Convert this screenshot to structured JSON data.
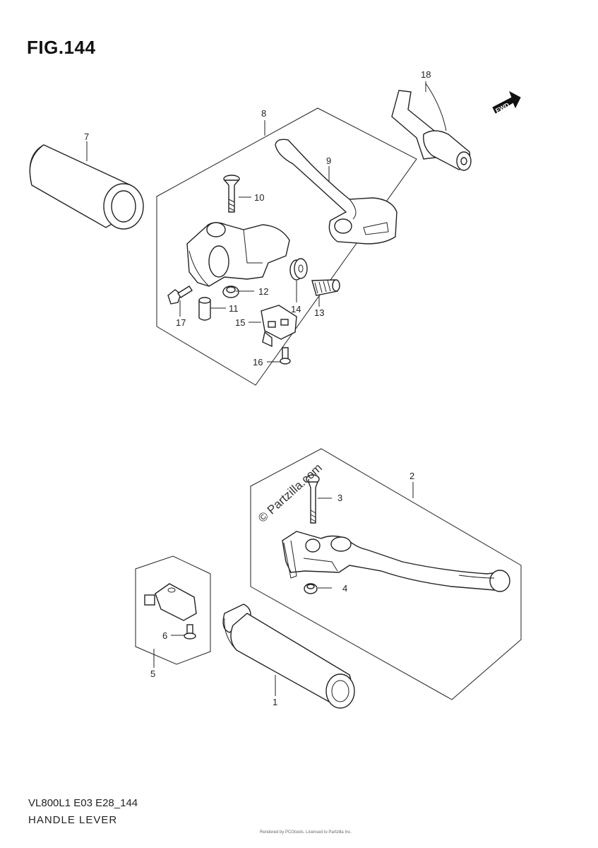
{
  "figure": {
    "title": "FIG.144",
    "model_code": "VL800L1 E03 E28_144",
    "section_name": "HANDLE LEVER",
    "small_print": "Rendered by PCGtools. Licensed to Partzilla Inc."
  },
  "watermark": "© Partzilla.com",
  "direction_marker": "FWD",
  "callouts": [
    {
      "id": "callout-1",
      "text": "1"
    },
    {
      "id": "callout-2",
      "text": "2"
    },
    {
      "id": "callout-3",
      "text": "3"
    },
    {
      "id": "callout-4",
      "text": "4"
    },
    {
      "id": "callout-5",
      "text": "5"
    },
    {
      "id": "callout-6",
      "text": "6"
    },
    {
      "id": "callout-7",
      "text": "7"
    },
    {
      "id": "callout-8",
      "text": "8"
    },
    {
      "id": "callout-9",
      "text": "9"
    },
    {
      "id": "callout-10",
      "text": "10"
    },
    {
      "id": "callout-11",
      "text": "11"
    },
    {
      "id": "callout-12",
      "text": "12"
    },
    {
      "id": "callout-13",
      "text": "13"
    },
    {
      "id": "callout-14",
      "text": "14"
    },
    {
      "id": "callout-15",
      "text": "15"
    },
    {
      "id": "callout-16",
      "text": "16"
    },
    {
      "id": "callout-17",
      "text": "17"
    },
    {
      "id": "callout-18",
      "text": "18"
    }
  ]
}
